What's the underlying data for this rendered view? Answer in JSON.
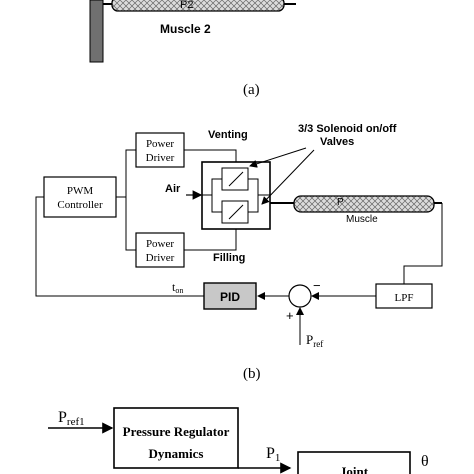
{
  "panel_a": {
    "muscle_label": "Muscle 2",
    "pressure_symbol": "P2",
    "caption": "(a)"
  },
  "panel_b": {
    "pwm_controller": [
      "PWM",
      "Controller"
    ],
    "power_driver_top": [
      "Power",
      "Driver"
    ],
    "power_driver_bottom": [
      "Power",
      "Driver"
    ],
    "venting_label": "Venting",
    "filling_label": "Filling",
    "air_label": "Air",
    "valves_annotation": [
      "3/3 Solenoid on/off",
      "Valves"
    ],
    "muscle_pressure_symbol": "P",
    "muscle_label": "Muscle",
    "pid_label": "PID",
    "lpf_label": "LPF",
    "ton_label": "t",
    "ton_subscript": "on",
    "sum_minus": "−",
    "sum_plus": "+",
    "pref_label": "P",
    "pref_subscript": "ref",
    "caption": "(b)"
  },
  "panel_c": {
    "pref1_label": "P",
    "pref1_subscript": "ref1",
    "regulator_box": [
      "Pressure Regulator",
      "Dynamics"
    ],
    "p1_label": "P",
    "p1_subscript": "1",
    "next_box_partial": "Joint",
    "theta_symbol": "θ"
  },
  "colors": {
    "line": "#000000",
    "muscle_fill": "#d8d8d8",
    "pid_fill": "#c8c8c8",
    "post_fill": "#707070"
  }
}
